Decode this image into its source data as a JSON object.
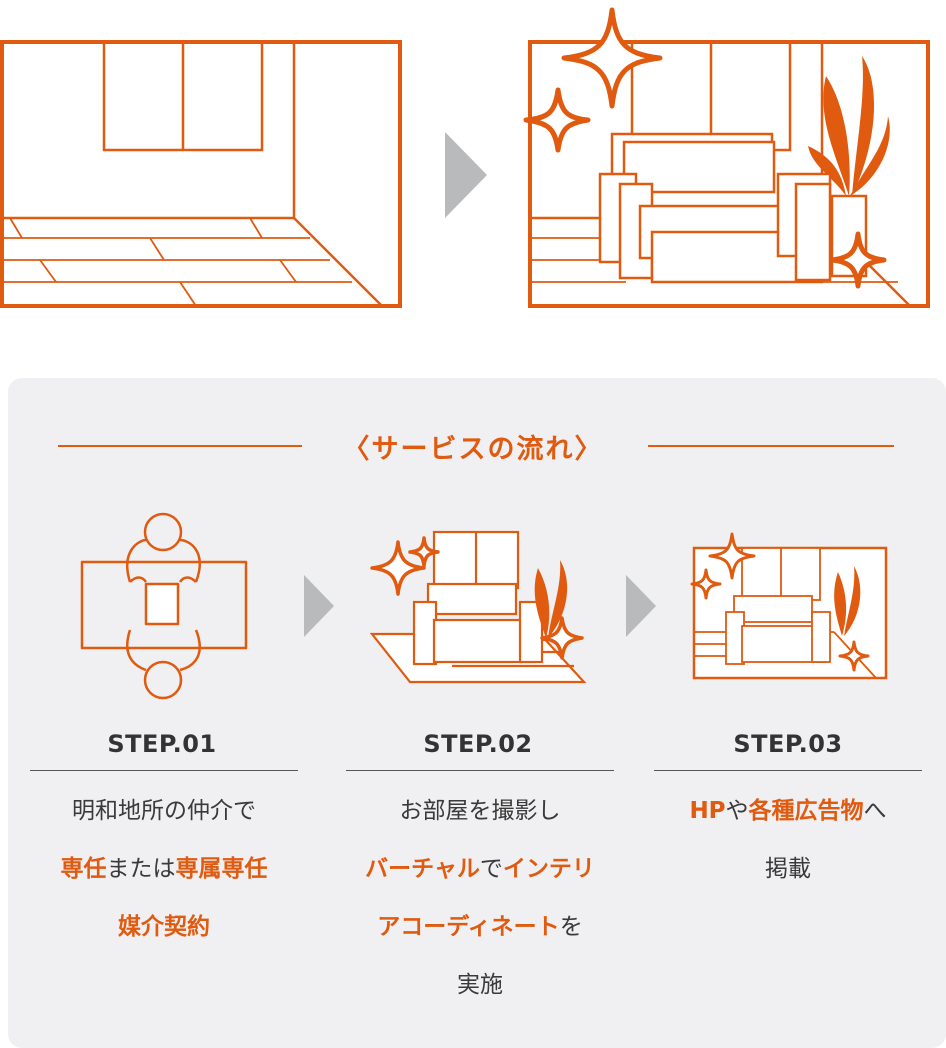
{
  "colors": {
    "accent": "#e05a10",
    "panel_bg": "#f0eff1",
    "arrow_gray": "#b9babc",
    "text": "#3a3a3a"
  },
  "hero": {
    "before_icon": "empty-room-illustration",
    "arrow_icon": "chevron-right-icon",
    "after_icon": "staged-room-illustration"
  },
  "flow": {
    "title": "〈サービスの流れ〉",
    "steps": [
      {
        "label": "STEP.01",
        "icon": "contract-meeting-icon",
        "lines": [
          [
            {
              "t": "明和地所の仲介で",
              "hl": false
            }
          ],
          [
            {
              "t": "専任",
              "hl": true
            },
            {
              "t": "または",
              "hl": false
            },
            {
              "t": "専属専任",
              "hl": true
            }
          ],
          [
            {
              "t": "媒介契約",
              "hl": true
            }
          ]
        ]
      },
      {
        "label": "STEP.02",
        "icon": "virtual-staging-icon",
        "lines": [
          [
            {
              "t": "お部屋を撮影し",
              "hl": false
            }
          ],
          [
            {
              "t": "バーチャル",
              "hl": true
            },
            {
              "t": "で",
              "hl": false
            },
            {
              "t": "インテリ",
              "hl": true
            }
          ],
          [
            {
              "t": "アコーディネート",
              "hl": true
            },
            {
              "t": "を",
              "hl": false
            }
          ],
          [
            {
              "t": "実施",
              "hl": false
            }
          ]
        ]
      },
      {
        "label": "STEP.03",
        "icon": "listing-photo-icon",
        "lines": [
          [
            {
              "t": "HP",
              "hl": true
            },
            {
              "t": "や",
              "hl": false
            },
            {
              "t": "各種広告物",
              "hl": true
            },
            {
              "t": "へ",
              "hl": false
            }
          ],
          [
            {
              "t": "掲載",
              "hl": false
            }
          ]
        ]
      }
    ]
  }
}
